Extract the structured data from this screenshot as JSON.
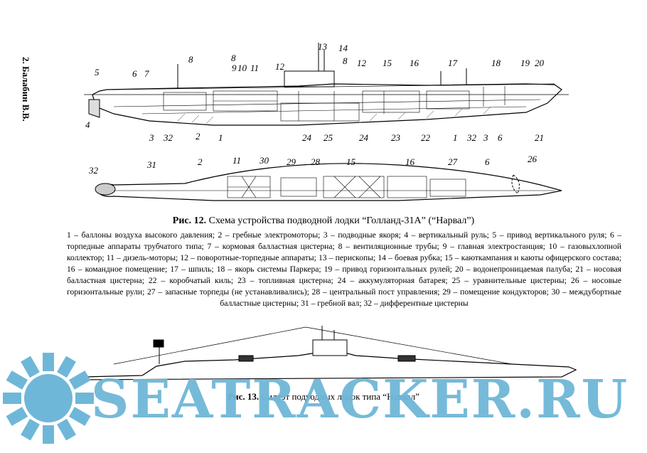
{
  "book": {
    "header": "2. Балабин В.В."
  },
  "figure12": {
    "caption_label": "Рис. 12.",
    "caption_text": "Схема устройства подводной лодки “Голланд-31А” (“Нарвал”)",
    "legend": "1 – баллоны воздуха высокого давления; 2 – гребные электромоторы; 3 – подводные якоря; 4 – вертикальный руль; 5 – привод вертикального руля; 6 – торпедные аппараты трубчатого типа; 7 – кормовая балластная цистерна; 8 – вентиляционные трубы; 9 – главная электростанция; 10 – газовыхлопной коллектор; 11 – дизель-моторы; 12 – поворотные-торпедные аппараты; 13 – перископы; 14 – боевая рубка; 15 – каюткампания и каюты офицерского состава; 16 – командное помещение; 17 – шпиль; 18 – якорь системы Паркера; 19 – привод горизонтальных рулей; 20 – водонепроницаемая палуба; 21 – носовая балластная цистерна; 22 – коробчатый киль; 23 – топливная цистерна; 24 – аккумуляторная батарея; 25 – уравнительные цистерны; 26 – носовые горизонтальные рули; 27 – запасные торпеды (не устанавливались); 28 – центральный пост управления; 29 – помещение кондукторов; 30 – междубортные балластные цистерны; 31 – гребной вал; 32 – дифферентные цистерны",
    "callouts_side_top": [
      "5",
      "6",
      "7",
      "8",
      "8",
      "9",
      "10",
      "11",
      "12",
      "13",
      "14",
      "8",
      "12",
      "15",
      "16",
      "17",
      "18",
      "19",
      "20"
    ],
    "callouts_side_bottom": [
      "4",
      "3",
      "32",
      "2",
      "1",
      "24",
      "25",
      "24",
      "23",
      "22",
      "1",
      "32",
      "3",
      "6",
      "21"
    ],
    "callouts_plan": [
      "32",
      "31",
      "2",
      "11",
      "30",
      "29",
      "28",
      "15",
      "16",
      "27",
      "6",
      "26"
    ]
  },
  "figure13": {
    "caption_label": "Рис. 13.",
    "caption_text": "Силуэт подводных лодок типа “Нарвал”"
  },
  "watermark": {
    "text": "SEATRACKER.RU",
    "color": "#6fb7d8"
  }
}
